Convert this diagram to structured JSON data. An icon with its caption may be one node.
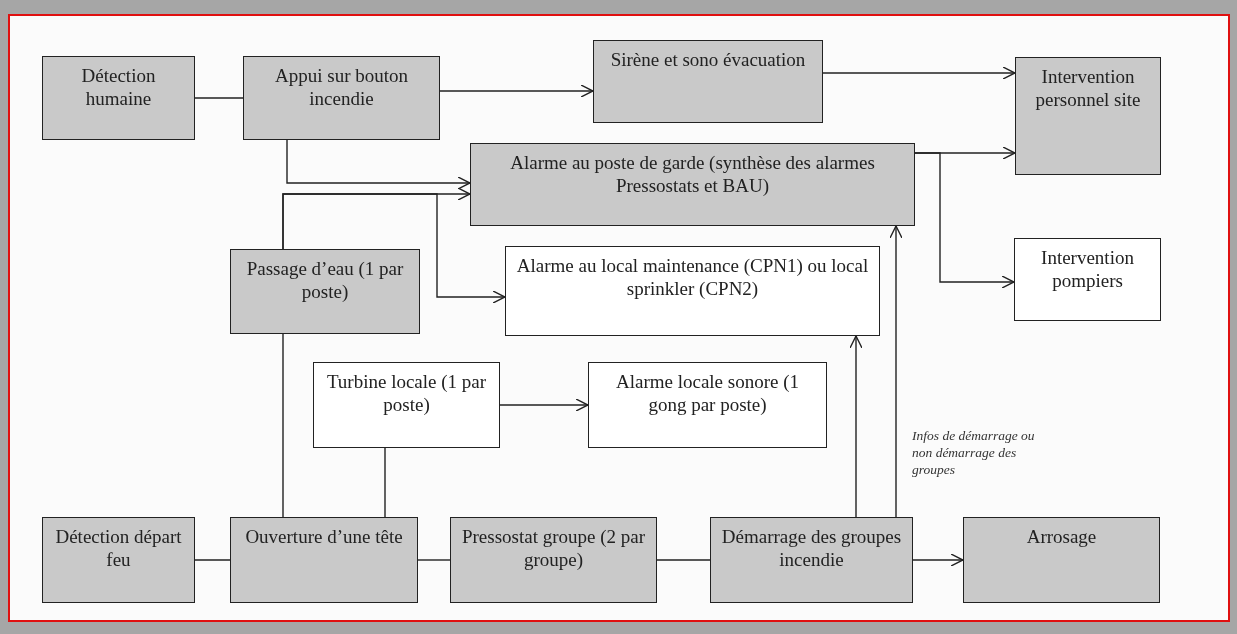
{
  "diagram": {
    "nodes": [
      {
        "text": [
          "Détection humaine"
        ]
      },
      {
        "text": [
          "Appui sur bouton incendie"
        ]
      },
      {
        "text": [
          "Sirène et sono évacuation"
        ]
      },
      {
        "text": [
          "Intervention personnel site"
        ]
      },
      {
        "text": [
          "Alarme au poste de garde (synthèse des alarmes Pressostats et BAU)"
        ]
      },
      {
        "text": [
          "Passage d’eau (1 par poste)"
        ]
      },
      {
        "text": [
          "Alarme au local maintenance (CPN1) ou local sprinkler (CPN2)"
        ]
      },
      {
        "text": [
          "Intervention pompiers"
        ]
      },
      {
        "text": [
          "Turbine locale (1 par poste)"
        ]
      },
      {
        "text": [
          "Alarme locale sonore (1 gong par poste)"
        ]
      },
      {
        "text": [
          "Détection départ feu"
        ]
      },
      {
        "text": [
          "Ouverture d’une tête"
        ]
      },
      {
        "text": [
          "Pressostat groupe (2 par groupe)"
        ]
      },
      {
        "text": [
          "Démarrage des groupes incendie"
        ]
      },
      {
        "text": [
          "Arrosage"
        ]
      }
    ],
    "edges": [
      {
        "from": 0,
        "to": 1,
        "arrow": "none"
      },
      {
        "from": 1,
        "to": 2,
        "arrow": "to"
      },
      {
        "from": 2,
        "to": 3,
        "arrow": "to"
      },
      {
        "from": 1,
        "to": 4,
        "arrow": "to"
      },
      {
        "from": 5,
        "to": 4,
        "arrow": "to"
      },
      {
        "from": 5,
        "to": 6,
        "arrow": "to"
      },
      {
        "from": 4,
        "to": 3,
        "arrow": "to"
      },
      {
        "from": 4,
        "to": 7,
        "arrow": "to"
      },
      {
        "from": 10,
        "to": 11,
        "arrow": "none"
      },
      {
        "from": 11,
        "to": 12,
        "arrow": "none"
      },
      {
        "from": 12,
        "to": 13,
        "arrow": "none"
      },
      {
        "from": 13,
        "to": 14,
        "arrow": "to"
      },
      {
        "from": 11,
        "to": 5,
        "arrow": "none"
      },
      {
        "from": 11,
        "to": 8,
        "arrow": "none"
      },
      {
        "from": 8,
        "to": 9,
        "arrow": "to"
      },
      {
        "from": 13,
        "to": 6,
        "arrow": "to"
      },
      {
        "from": 13,
        "to": 4,
        "arrow": "to"
      }
    ],
    "labels": [
      "Infos de démarrage ou non démarrage des groupes"
    ]
  }
}
